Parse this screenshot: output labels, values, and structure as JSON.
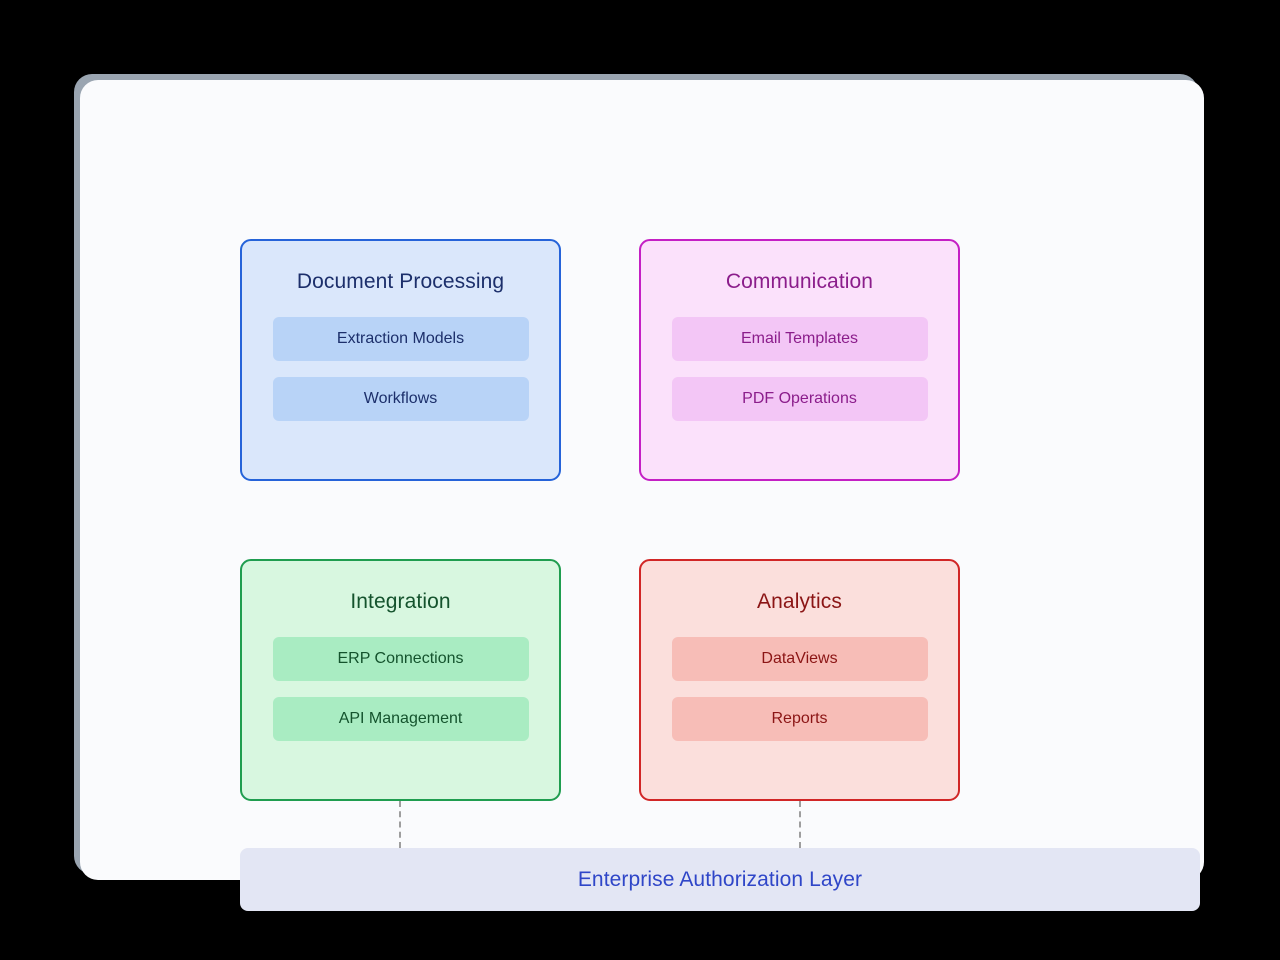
{
  "diagram": {
    "background_color": "#000000",
    "panel_color": "#fafbfd",
    "shadow_color": "#9aa5b1",
    "groups": [
      {
        "id": "document-processing",
        "title": "Document Processing",
        "border_color": "#2563d9",
        "fill_color": "#dae7fb",
        "title_color": "#1c2f6b",
        "chip_fill": "#b8d3f7",
        "chip_text_color": "#1c2f6b",
        "items": [
          {
            "label": "Extraction Models"
          },
          {
            "label": "Workflows"
          }
        ]
      },
      {
        "id": "communication",
        "title": "Communication",
        "border_color": "#c41fc4",
        "fill_color": "#fbe1fb",
        "title_color": "#8b1d8b",
        "chip_fill": "#f3c6f6",
        "chip_text_color": "#8b1d8b",
        "items": [
          {
            "label": "Email Templates"
          },
          {
            "label": "PDF Operations"
          }
        ]
      },
      {
        "id": "integration",
        "title": "Integration",
        "border_color": "#1f9d4f",
        "fill_color": "#d8f7e0",
        "title_color": "#14532d",
        "chip_fill": "#a9ecc2",
        "chip_text_color": "#14532d",
        "items": [
          {
            "label": "ERP Connections"
          },
          {
            "label": "API Management"
          }
        ]
      },
      {
        "id": "analytics",
        "title": "Analytics",
        "border_color": "#d12626",
        "fill_color": "#fbdfdc",
        "title_color": "#8b1515",
        "chip_fill": "#f7bdb7",
        "chip_text_color": "#8b1515",
        "items": [
          {
            "label": "DataViews"
          },
          {
            "label": "Reports"
          }
        ]
      }
    ],
    "connectors": [
      {
        "from": "integration",
        "to": "foundation",
        "style": "dashed",
        "color": "#9e9e9e"
      },
      {
        "from": "analytics",
        "to": "foundation",
        "style": "dashed",
        "color": "#9e9e9e"
      }
    ],
    "foundation": {
      "label": "Enterprise Authorization Layer",
      "fill_color": "#e3e6f4",
      "text_color": "#2f46c8"
    }
  }
}
